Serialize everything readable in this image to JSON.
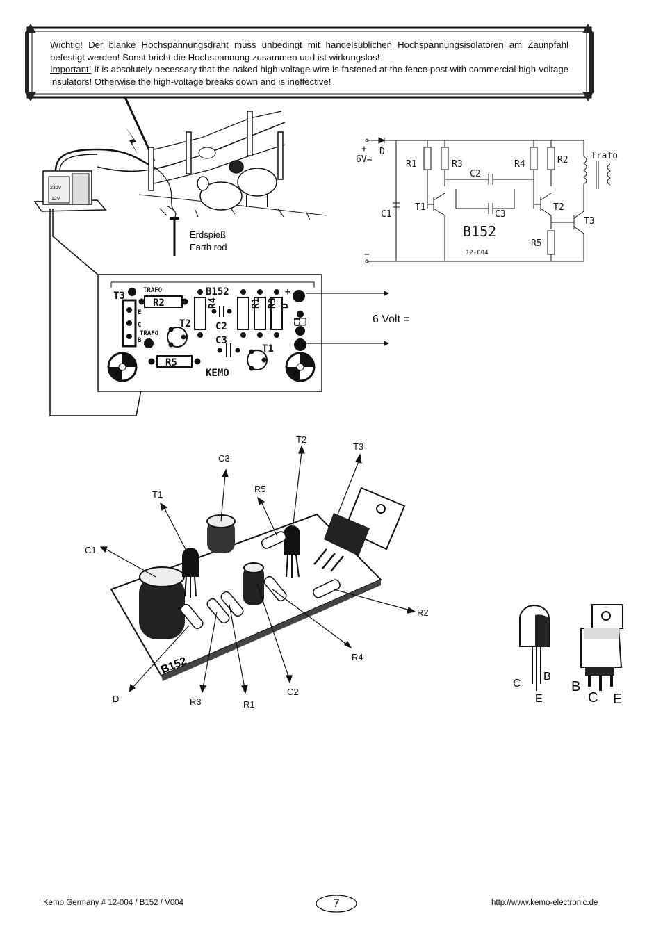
{
  "warning": {
    "de_lead": "Wichtig!",
    "de_text": " Der blanke Hochspannungsdraht muss unbedingt mit handelsüblichen Hochspannungsisolatoren am Zaunpfahl befestigt werden! Sonst bricht die Hochspannung zusammen und ist wirkungslos!",
    "en_lead": "Important!",
    "en_text": " It is absolutely necessary that the naked high-voltage wire is fastened at the fence post with commercial high-voltage insulators! Otherwise the high-voltage breaks down and is ineffective!"
  },
  "illustration": {
    "earth_rod_de": "Erdspieß",
    "earth_rod_en": "Earth rod",
    "transformer_labels": [
      "230V",
      "12V"
    ]
  },
  "schematic": {
    "supply": "+\n6V=",
    "supply_plus": "+",
    "supply_v": "6V=",
    "minus": "−",
    "diode": "D",
    "r1": "R1",
    "r3": "R3",
    "r4": "R4",
    "r2": "R2",
    "r5": "R5",
    "c1": "C1",
    "c2": "C2",
    "c3": "C3",
    "t1": "T1",
    "t2": "T2",
    "t3": "T3",
    "trafo": "Trafo",
    "model": "B152",
    "code": "12-004"
  },
  "pcb": {
    "trafo_top": "TRAFO",
    "trafo_bottom": "TRAFO",
    "title": "B152",
    "brand": "KEMO",
    "parts": [
      "T3",
      "R2",
      "R4",
      "C2",
      "R1",
      "R3",
      "D",
      "C1",
      "T2",
      "C3",
      "T1",
      "R5"
    ],
    "pins": [
      "E",
      "C",
      "B"
    ],
    "plus": "+",
    "supply_label": "6 Volt ="
  },
  "assembly": {
    "labels": {
      "t2": "T2",
      "t3": "T3",
      "c3": "C3",
      "r5": "R5",
      "t1": "T1",
      "c1": "C1",
      "r2": "R2",
      "r4": "R4",
      "d": "D",
      "r3": "R3",
      "r1": "R1",
      "c2": "C2"
    },
    "board_text": "B152"
  },
  "pinout": {
    "small": {
      "c": "C",
      "b": "B",
      "e": "E"
    },
    "large": {
      "b": "B",
      "c": "C",
      "e": "E"
    }
  },
  "footer": {
    "left": "Kemo Germany # 12-004 / B152 / V004",
    "page": "7",
    "right": "http://www.kemo-electronic.de"
  }
}
